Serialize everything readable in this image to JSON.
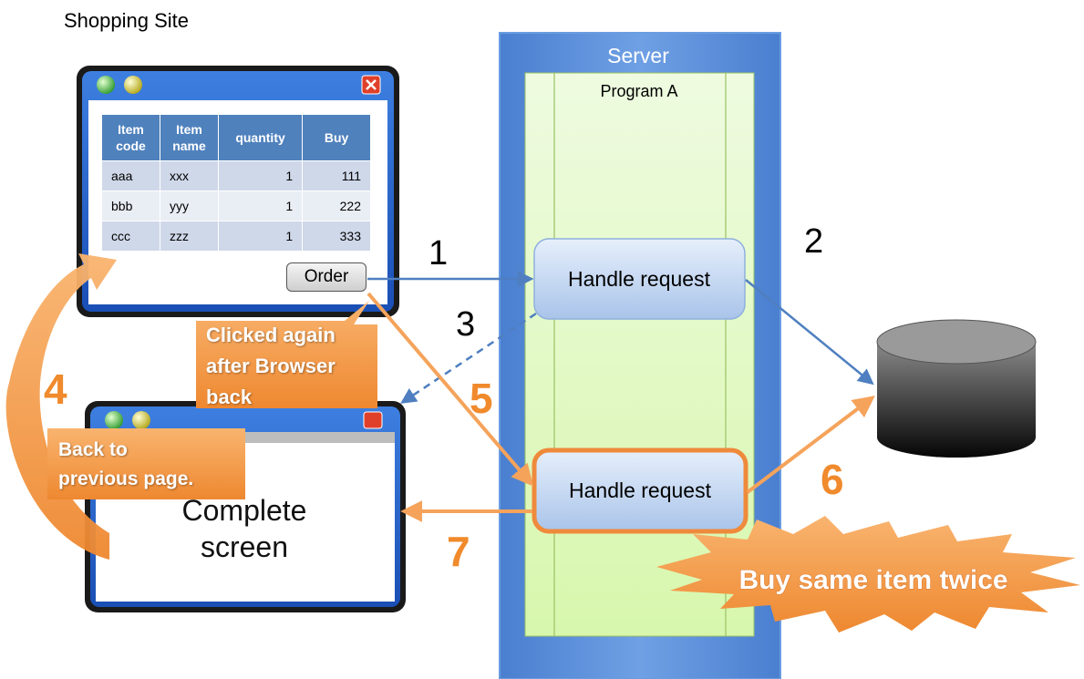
{
  "page": {
    "title": "Shopping Site"
  },
  "browser_window": {
    "table": {
      "headers": [
        "Item code",
        "Item name",
        "quantity",
        "Buy"
      ],
      "rows": [
        [
          "aaa",
          "xxx",
          "1",
          "111"
        ],
        [
          "bbb",
          "yyy",
          "1",
          "222"
        ],
        [
          "ccc",
          "zzz",
          "1",
          "333"
        ]
      ]
    },
    "order_button": "Order"
  },
  "complete_window": {
    "line1": "Complete",
    "line2": "screen"
  },
  "server": {
    "title": "Server",
    "program": "Program A",
    "request_top": "Handle request",
    "request_bottom": "Handle request"
  },
  "steps": {
    "s1": "1",
    "s2": "2",
    "s3": "3",
    "s4": "4",
    "s5": "5",
    "s6": "6",
    "s7": "7"
  },
  "callouts": {
    "clicked_again_1": "Clicked again",
    "clicked_again_2": "after Browser",
    "clicked_again_3": "back",
    "back_1": "Back to",
    "back_2": "previous page.",
    "burst": "Buy same item twice"
  },
  "colors": {
    "server_blue": "#5b8fd6",
    "program_green": "#e3f7c4",
    "request_box": "#c5d9f4",
    "arrow_blue": "#4f7fc0",
    "arrow_orange": "#f5a35b",
    "orange_label": "#f08a2c",
    "burst_fill": "#f7a456"
  }
}
